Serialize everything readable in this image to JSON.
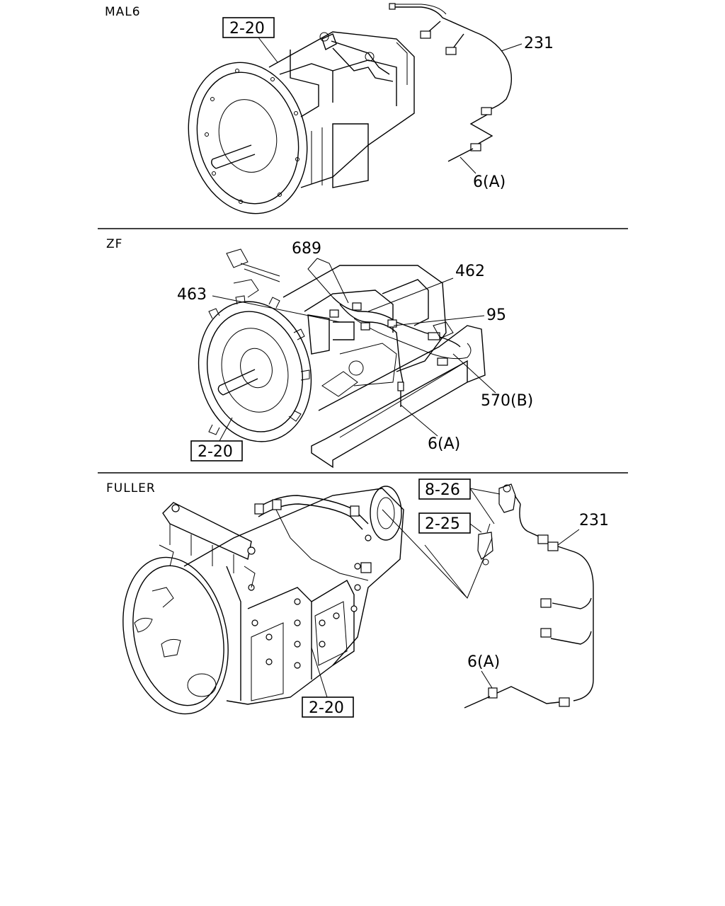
{
  "sections": [
    {
      "name": "MAL6",
      "boxed_refs": [
        "2-20"
      ],
      "callouts": [
        "231",
        "6(A)"
      ]
    },
    {
      "name": "ZF",
      "boxed_refs": [
        "2-20"
      ],
      "callouts": [
        "689",
        "462",
        "463",
        "95",
        "570(B)",
        "6(A)"
      ]
    },
    {
      "name": "FULLER",
      "boxed_refs": [
        "8-26",
        "2-25",
        "2-20"
      ],
      "callouts": [
        "231",
        "6(A)"
      ]
    }
  ]
}
